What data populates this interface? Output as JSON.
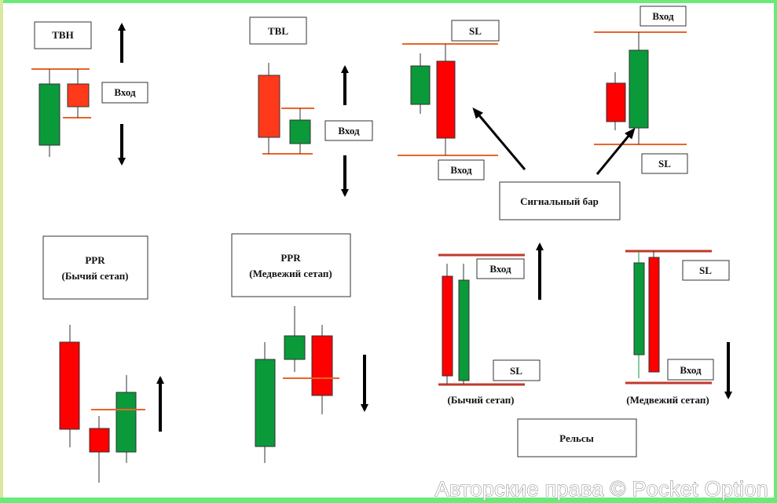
{
  "colors": {
    "bull": "#0a9a3a",
    "bear": "#ff0000",
    "bear_light": "#ff3a1a",
    "level_line": "#e8642a",
    "dark_level": "#c0392b",
    "frame_green": "#6bea7a",
    "frame_left": "#d8e8a0"
  },
  "labels": {
    "tbh": "TBH",
    "tbl": "TBL",
    "entry": "Вход",
    "sl": "SL",
    "signal_bar": "Сигнальный бар",
    "ppr": "PPR",
    "ppr_bull": "(Бычий сетап)",
    "ppr_bear": "(Медвежий сетап)",
    "rails_bull": "(Бычий сетап)",
    "rails_bear": "(Медвежий сетап)",
    "rails": "Рельсы"
  },
  "watermark": "Авторские права © Pocket Option"
}
